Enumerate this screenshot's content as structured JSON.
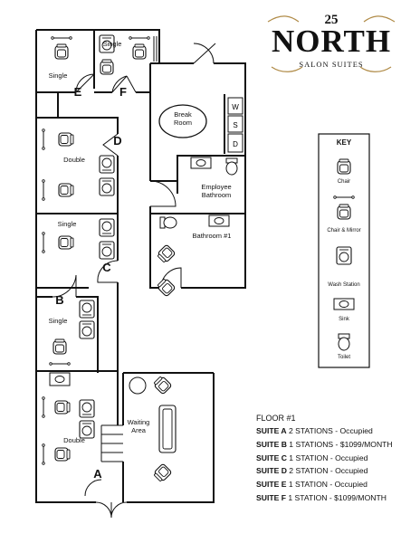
{
  "brand": {
    "number": "25",
    "name": "NORTH",
    "subtitle": "SALON SUITES",
    "accent_color": "#b08b47"
  },
  "rooms": {
    "single_top": "Single",
    "single_e": "Single",
    "double_d": "Double",
    "single_c": "Single",
    "single_b": "Single",
    "double_a": "Double",
    "break_room": "Break Room",
    "employee_bathroom": "Employee Bathroom",
    "bathroom_1": "Bathroom #1",
    "waiting_area": "Waiting Area"
  },
  "suite_letters": {
    "a": "A",
    "b": "B",
    "c": "C",
    "d": "D",
    "e": "E",
    "f": "F"
  },
  "appliances": {
    "w": "W",
    "s": "S",
    "d": "D"
  },
  "key": {
    "title": "KEY",
    "items": [
      {
        "label": "Chair",
        "icon": "chair-icon"
      },
      {
        "label": "Chair & Mirror",
        "icon": "chair-mirror-icon"
      },
      {
        "label": "Wash Station",
        "icon": "wash-station-icon"
      },
      {
        "label": "Sink",
        "icon": "sink-icon"
      },
      {
        "label": "Toilet",
        "icon": "toilet-icon"
      }
    ]
  },
  "legend": {
    "title": "FLOOR #1",
    "rows": [
      {
        "suite": "SUITE A",
        "stations": "2 STATIONS",
        "status": "Occupied"
      },
      {
        "suite": "SUITE B",
        "stations": "1 STATIONS",
        "status": "$1099/MONTH"
      },
      {
        "suite": "SUITE C",
        "stations": "1 STATION",
        "status": "Occupied"
      },
      {
        "suite": "SUITE D",
        "stations": "2 STATION",
        "status": "Occupied"
      },
      {
        "suite": "SUITE E",
        "stations": "1 STATION",
        "status": "Occupied"
      },
      {
        "suite": "SUITE F",
        "stations": "1 STATION",
        "status": "$1099/MONTH"
      }
    ]
  }
}
